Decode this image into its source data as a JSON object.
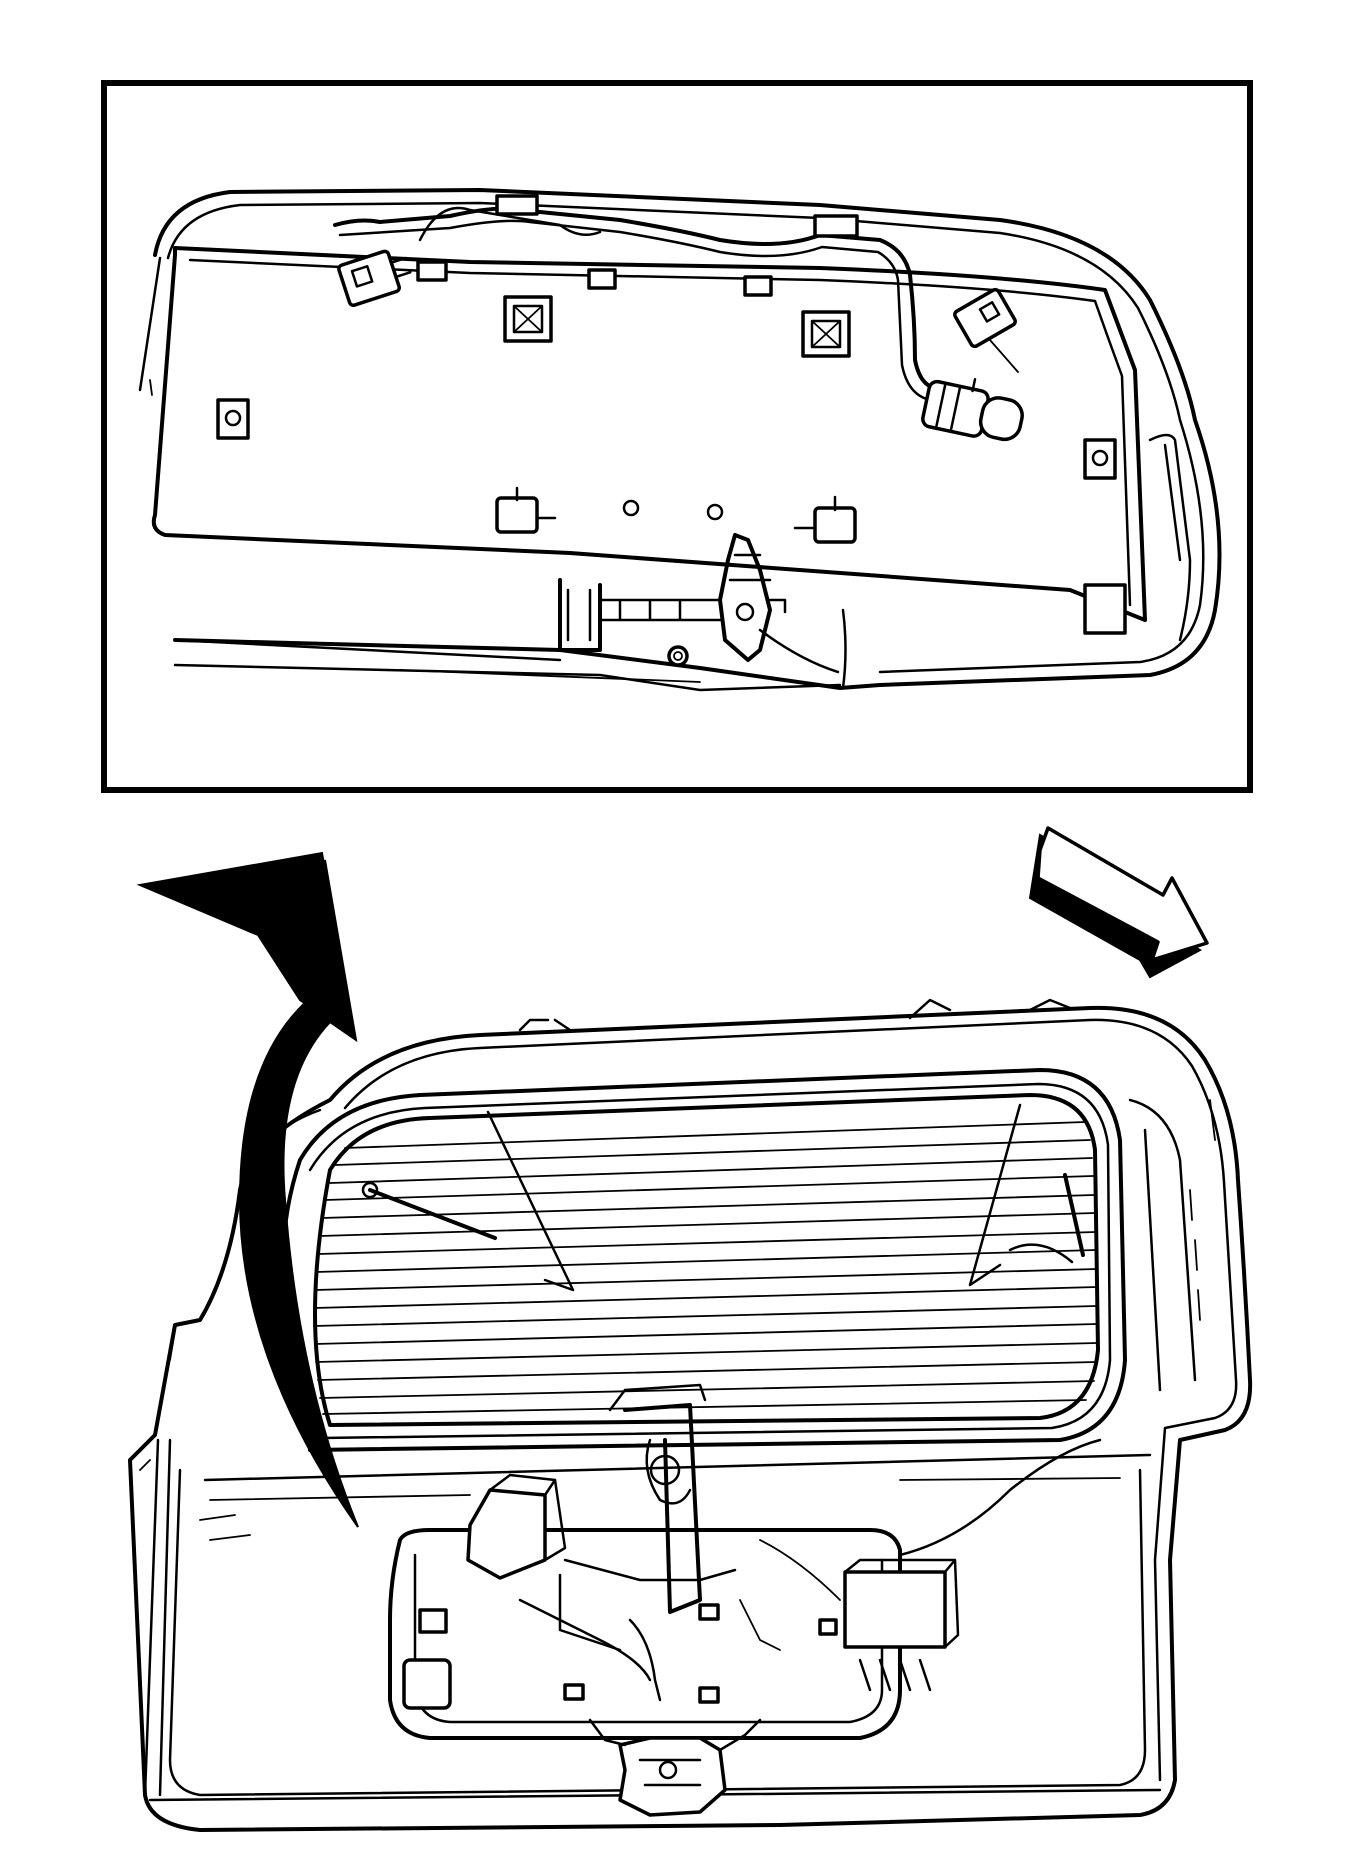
{
  "figure": {
    "colors": {
      "ink": "#000000",
      "paper": "#ffffff"
    },
    "panels": [
      {
        "name": "detail-inset-liftgate-trim-back-side"
      },
      {
        "name": "liftgate-overview"
      }
    ],
    "indicators": [
      {
        "name": "curved-arrow-icon",
        "meaning": "lift-up-motion"
      },
      {
        "name": "direction-arrow-icon",
        "meaning": "front-of-vehicle"
      }
    ]
  }
}
